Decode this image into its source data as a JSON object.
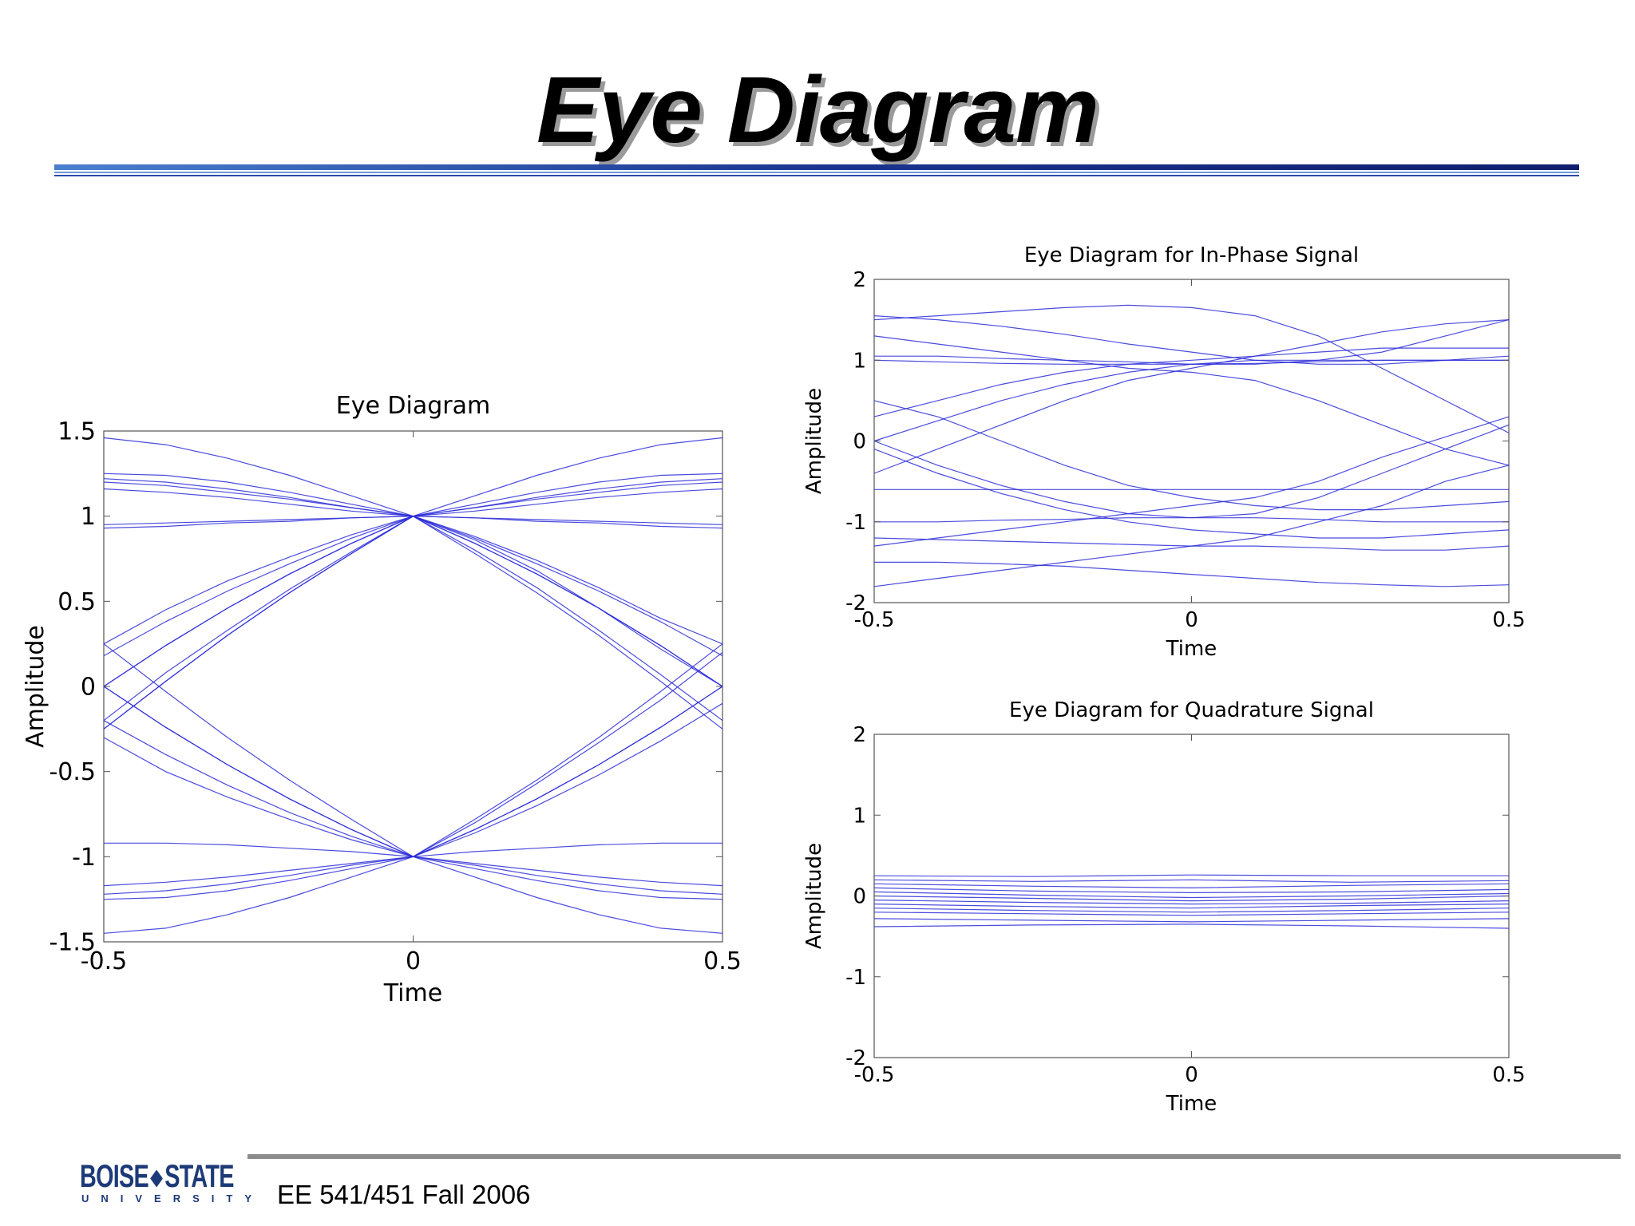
{
  "slide": {
    "title": "Eye Diagram",
    "footer_course": "EE 541/451 Fall 2006",
    "logo_line1": "BOISE",
    "logo_line1b": "STATE",
    "logo_line2": "UNIVERSITY",
    "colors": {
      "trace": "#2b2bd9",
      "rule_dark": "#0f1e6e",
      "rule_light": "#4a7fd0",
      "footer_rule": "#8c8c8c"
    }
  },
  "chart_data": [
    {
      "id": "main",
      "type": "line",
      "title": "Eye Diagram",
      "xlabel": "Time",
      "ylabel": "Amplitude",
      "xlim": [
        -0.5,
        0.5
      ],
      "ylim": [
        -1.5,
        1.5
      ],
      "xticks": [
        "-0.5",
        "0",
        "0.5"
      ],
      "yticks": [
        "1.5",
        "1",
        "0.5",
        "0",
        "-0.5",
        "-1",
        "-1.5"
      ],
      "grid": false,
      "x": [
        -0.5,
        -0.4,
        -0.3,
        -0.2,
        -0.1,
        0,
        0.1,
        0.2,
        0.3,
        0.4,
        0.5
      ],
      "series": [
        {
          "values": [
            1.46,
            1.42,
            1.34,
            1.24,
            1.12,
            1.0,
            1.12,
            1.24,
            1.34,
            1.42,
            1.46
          ]
        },
        {
          "values": [
            1.25,
            1.24,
            1.2,
            1.14,
            1.07,
            1.0,
            1.07,
            1.14,
            1.2,
            1.24,
            1.25
          ]
        },
        {
          "values": [
            1.22,
            1.2,
            1.16,
            1.11,
            1.05,
            1.0,
            1.05,
            1.11,
            1.16,
            1.2,
            1.22
          ]
        },
        {
          "values": [
            1.2,
            1.18,
            1.14,
            1.1,
            1.05,
            1.0,
            1.05,
            1.1,
            1.14,
            1.18,
            1.2
          ]
        },
        {
          "values": [
            1.16,
            1.14,
            1.11,
            1.07,
            1.03,
            1.0,
            1.03,
            1.07,
            1.11,
            1.14,
            1.16
          ]
        },
        {
          "values": [
            0.95,
            0.96,
            0.97,
            0.98,
            0.99,
            1.0,
            0.99,
            0.98,
            0.97,
            0.96,
            0.95
          ]
        },
        {
          "values": [
            0.93,
            0.94,
            0.96,
            0.97,
            0.99,
            1.0,
            0.99,
            0.97,
            0.96,
            0.94,
            0.93
          ]
        },
        {
          "values": [
            0.0,
            0.24,
            0.46,
            0.66,
            0.84,
            1.0,
            0.84,
            0.66,
            0.46,
            0.24,
            0.0
          ]
        },
        {
          "values": [
            0.25,
            0.45,
            0.62,
            0.76,
            0.89,
            1.0,
            0.84,
            0.66,
            0.46,
            0.24,
            0.0
          ]
        },
        {
          "values": [
            0.18,
            0.38,
            0.56,
            0.72,
            0.87,
            1.0,
            0.87,
            0.72,
            0.56,
            0.38,
            0.18
          ]
        },
        {
          "values": [
            -0.25,
            0.03,
            0.3,
            0.55,
            0.78,
            1.0,
            0.78,
            0.55,
            0.3,
            0.03,
            -0.25
          ]
        },
        {
          "values": [
            0.0,
            0.24,
            0.46,
            0.66,
            0.84,
            1.0,
            0.88,
            0.74,
            0.58,
            0.4,
            0.25
          ]
        },
        {
          "values": [
            -0.25,
            0.03,
            0.3,
            0.55,
            0.78,
            1.0,
            0.86,
            0.68,
            0.46,
            0.22,
            0.0
          ]
        },
        {
          "values": [
            -0.2,
            0.08,
            0.33,
            0.57,
            0.79,
            1.0,
            0.8,
            0.58,
            0.33,
            0.07,
            -0.2
          ]
        },
        {
          "values": [
            0.0,
            -0.24,
            -0.46,
            -0.66,
            -0.84,
            -1.0,
            -0.84,
            -0.66,
            -0.46,
            -0.24,
            0.0
          ]
        },
        {
          "values": [
            0.25,
            -0.03,
            -0.3,
            -0.55,
            -0.78,
            -1.0,
            -0.78,
            -0.55,
            -0.3,
            -0.03,
            0.25
          ]
        },
        {
          "values": [
            -0.3,
            -0.5,
            -0.65,
            -0.78,
            -0.9,
            -1.0,
            -0.84,
            -0.66,
            -0.46,
            -0.24,
            0.0
          ]
        },
        {
          "values": [
            0.0,
            -0.24,
            -0.46,
            -0.66,
            -0.84,
            -1.0,
            -0.8,
            -0.57,
            -0.33,
            -0.08,
            0.2
          ]
        },
        {
          "values": [
            -0.2,
            -0.4,
            -0.58,
            -0.74,
            -0.88,
            -1.0,
            -0.86,
            -0.7,
            -0.52,
            -0.32,
            -0.1
          ]
        },
        {
          "values": [
            -0.92,
            -0.92,
            -0.93,
            -0.95,
            -0.97,
            -1.0,
            -0.97,
            -0.95,
            -0.93,
            -0.92,
            -0.92
          ]
        },
        {
          "values": [
            -1.17,
            -1.15,
            -1.12,
            -1.08,
            -1.04,
            -1.0,
            -1.04,
            -1.08,
            -1.12,
            -1.15,
            -1.17
          ]
        },
        {
          "values": [
            -1.22,
            -1.2,
            -1.16,
            -1.11,
            -1.05,
            -1.0,
            -1.05,
            -1.11,
            -1.16,
            -1.2,
            -1.22
          ]
        },
        {
          "values": [
            -1.25,
            -1.24,
            -1.2,
            -1.14,
            -1.07,
            -1.0,
            -1.07,
            -1.14,
            -1.2,
            -1.24,
            -1.25
          ]
        },
        {
          "values": [
            -1.45,
            -1.42,
            -1.34,
            -1.24,
            -1.12,
            -1.0,
            -1.12,
            -1.24,
            -1.34,
            -1.42,
            -1.45
          ]
        }
      ]
    },
    {
      "id": "inphase",
      "type": "line",
      "title": "Eye Diagram for In-Phase Signal",
      "xlabel": "Time",
      "ylabel": "Amplitude",
      "xlim": [
        -0.5,
        0.5
      ],
      "ylim": [
        -2,
        2
      ],
      "xticks": [
        "-0.5",
        "0",
        "0.5"
      ],
      "yticks": [
        "2",
        "1",
        "0",
        "-1",
        "-2"
      ],
      "grid": false,
      "x": [
        -0.5,
        -0.4,
        -0.3,
        -0.2,
        -0.1,
        0,
        0.1,
        0.2,
        0.3,
        0.4,
        0.5
      ],
      "series": [
        {
          "values": [
            1.55,
            1.5,
            1.42,
            1.32,
            1.2,
            1.1,
            1.0,
            0.95,
            0.95,
            1.0,
            1.05
          ]
        },
        {
          "values": [
            1.5,
            1.55,
            1.6,
            1.65,
            1.68,
            1.65,
            1.55,
            1.3,
            0.9,
            0.5,
            0.1
          ]
        },
        {
          "values": [
            1.05,
            1.05,
            1.02,
            1.0,
            0.98,
            0.95,
            0.95,
            1.0,
            1.1,
            1.3,
            1.5
          ]
        },
        {
          "values": [
            1.0,
            0.98,
            0.96,
            0.95,
            0.95,
            0.95,
            0.96,
            0.98,
            1.0,
            1.0,
            1.0
          ]
        },
        {
          "values": [
            0.3,
            0.5,
            0.7,
            0.85,
            0.95,
            1.0,
            1.05,
            1.1,
            1.15,
            1.15,
            1.15
          ]
        },
        {
          "values": [
            0.0,
            0.25,
            0.5,
            0.7,
            0.85,
            0.95,
            1.0,
            1.0,
            1.0,
            1.0,
            1.0
          ]
        },
        {
          "values": [
            -0.4,
            -0.1,
            0.2,
            0.5,
            0.75,
            0.9,
            1.05,
            1.2,
            1.35,
            1.45,
            1.5
          ]
        },
        {
          "values": [
            1.3,
            1.2,
            1.1,
            1.0,
            0.9,
            0.85,
            0.75,
            0.5,
            0.2,
            -0.1,
            -0.3
          ]
        },
        {
          "values": [
            0.0,
            -0.3,
            -0.55,
            -0.75,
            -0.9,
            -0.95,
            -0.9,
            -0.7,
            -0.4,
            -0.1,
            0.2
          ]
        },
        {
          "values": [
            -0.1,
            -0.4,
            -0.65,
            -0.85,
            -1.0,
            -1.1,
            -1.15,
            -1.2,
            -1.2,
            -1.15,
            -1.1
          ]
        },
        {
          "values": [
            -1.3,
            -1.2,
            -1.1,
            -1.0,
            -0.9,
            -0.8,
            -0.7,
            -0.5,
            -0.2,
            0.05,
            0.3
          ]
        },
        {
          "values": [
            -1.0,
            -1.0,
            -0.98,
            -0.97,
            -0.95,
            -0.95,
            -0.95,
            -0.97,
            -1.0,
            -1.0,
            -1.0
          ]
        },
        {
          "values": [
            -1.2,
            -1.22,
            -1.24,
            -1.26,
            -1.28,
            -1.3,
            -1.3,
            -1.32,
            -1.35,
            -1.35,
            -1.3
          ]
        },
        {
          "values": [
            -1.8,
            -1.7,
            -1.6,
            -1.5,
            -1.4,
            -1.3,
            -1.2,
            -1.0,
            -0.8,
            -0.5,
            -0.3
          ]
        },
        {
          "values": [
            -1.5,
            -1.5,
            -1.52,
            -1.55,
            -1.6,
            -1.65,
            -1.7,
            -1.75,
            -1.78,
            -1.8,
            -1.78
          ]
        },
        {
          "values": [
            0.5,
            0.3,
            0.0,
            -0.3,
            -0.55,
            -0.7,
            -0.8,
            -0.85,
            -0.85,
            -0.8,
            -0.75
          ]
        },
        {
          "values": [
            -0.6,
            -0.6,
            -0.6,
            -0.6,
            -0.6,
            -0.6,
            -0.6,
            -0.6,
            -0.6,
            -0.6,
            -0.6
          ]
        }
      ]
    },
    {
      "id": "quadrature",
      "type": "line",
      "title": "Eye Diagram for Quadrature Signal",
      "xlabel": "Time",
      "ylabel": "Amplitude",
      "xlim": [
        -0.5,
        0.5
      ],
      "ylim": [
        -2,
        2
      ],
      "xticks": [
        "-0.5",
        "0",
        "0.5"
      ],
      "yticks": [
        "2",
        "1",
        "0",
        "-1",
        "-2"
      ],
      "grid": false,
      "x": [
        -0.5,
        -0.25,
        0,
        0.25,
        0.5
      ],
      "series": [
        {
          "values": [
            0.25,
            0.24,
            0.26,
            0.25,
            0.25
          ]
        },
        {
          "values": [
            0.2,
            0.18,
            0.2,
            0.17,
            0.19
          ]
        },
        {
          "values": [
            0.15,
            0.12,
            0.1,
            0.13,
            0.15
          ]
        },
        {
          "values": [
            0.1,
            0.06,
            0.04,
            0.05,
            0.08
          ]
        },
        {
          "values": [
            0.05,
            0.01,
            -0.02,
            0.0,
            0.03
          ]
        },
        {
          "values": [
            0.0,
            -0.03,
            -0.06,
            -0.04,
            0.0
          ]
        },
        {
          "values": [
            -0.05,
            -0.08,
            -0.1,
            -0.09,
            -0.06
          ]
        },
        {
          "values": [
            -0.1,
            -0.13,
            -0.15,
            -0.12,
            -0.1
          ]
        },
        {
          "values": [
            -0.15,
            -0.18,
            -0.2,
            -0.18,
            -0.15
          ]
        },
        {
          "values": [
            -0.2,
            -0.22,
            -0.24,
            -0.22,
            -0.2
          ]
        },
        {
          "values": [
            -0.28,
            -0.3,
            -0.32,
            -0.3,
            -0.28
          ]
        },
        {
          "values": [
            -0.38,
            -0.36,
            -0.35,
            -0.37,
            -0.4
          ]
        }
      ]
    }
  ]
}
